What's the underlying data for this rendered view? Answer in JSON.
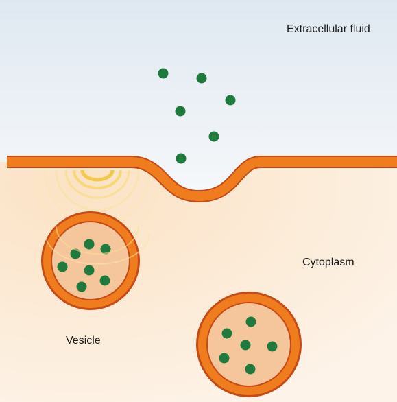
{
  "labels": {
    "extracellular": "Extracellular fluid",
    "cytoplasm": "Cytoplasm",
    "vesicle": "Vesicle"
  },
  "colors": {
    "extracellular_top": "#dfe8f1",
    "extracellular_bottom": "#f6f8fa",
    "cytoplasm": "#fbe9d4",
    "membrane": "#ef7d1e",
    "membrane_edge": "#c64a16",
    "vesicle_interior": "#f5c59b",
    "molecule": "#1f7a3d",
    "signal": "#f7d54a"
  },
  "icons": {
    "molecule": "neurotransmitter-dot",
    "signal": "calcium-signal-arcs"
  }
}
